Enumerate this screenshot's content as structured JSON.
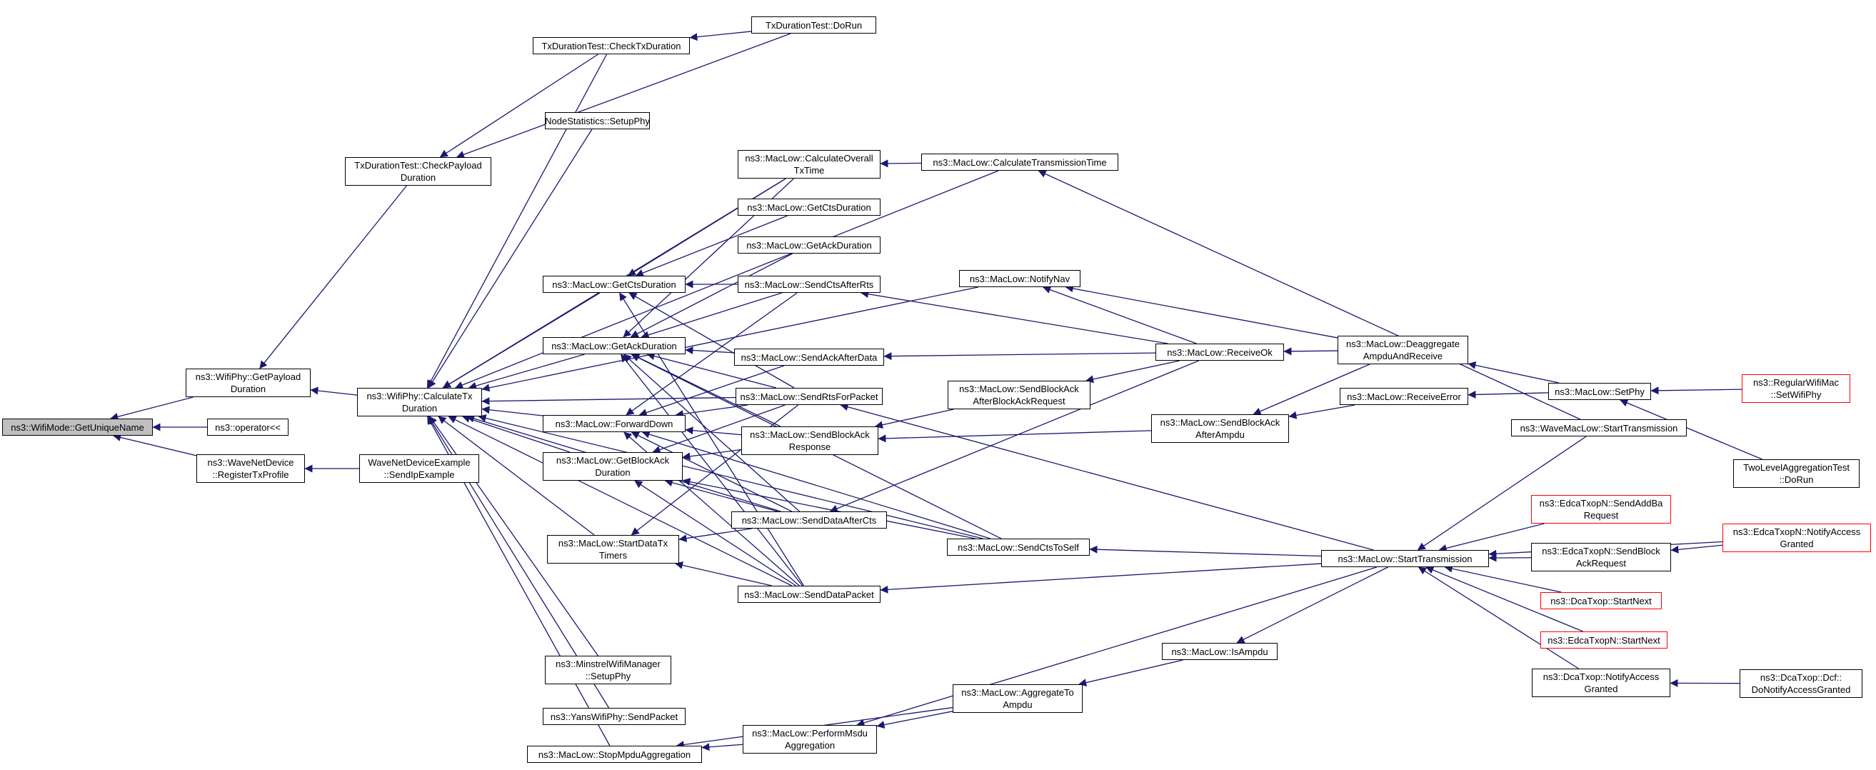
{
  "nodes": [
    {
      "id": "root",
      "label": "ns3::WifiMode::GetUniqueName",
      "style": "root"
    },
    {
      "id": "getPayload",
      "label": "ns3::WifiPhy::GetPayload\nDuration"
    },
    {
      "id": "operator",
      "label": "ns3::operator<<"
    },
    {
      "id": "registerTx",
      "label": "ns3::WaveNetDevice\n::RegisterTxProfile"
    },
    {
      "id": "calcTx",
      "label": "ns3::WifiPhy::CalculateTx\nDuration"
    },
    {
      "id": "sendIp",
      "label": "WaveNetDeviceExample\n::SendIpExample"
    },
    {
      "id": "txCheckPayload",
      "label": "TxDurationTest::CheckPayload\nDuration"
    },
    {
      "id": "txCheckTx",
      "label": "TxDurationTest::CheckTxDuration"
    },
    {
      "id": "txDoRun",
      "label": "TxDurationTest::DoRun"
    },
    {
      "id": "nodeStats",
      "label": "NodeStatistics::SetupPhy"
    },
    {
      "id": "getCtsDur",
      "label": "ns3::MacLow::GetCtsDuration"
    },
    {
      "id": "getAckDur",
      "label": "ns3::MacLow::GetAckDuration"
    },
    {
      "id": "forwardDown",
      "label": "ns3::MacLow::ForwardDown"
    },
    {
      "id": "getBlockAck",
      "label": "ns3::MacLow::GetBlockAck\nDuration"
    },
    {
      "id": "startDataTx",
      "label": "ns3::MacLow::StartDataTx\nTimers"
    },
    {
      "id": "minstrel",
      "label": "ns3::MinstrelWifiManager\n::SetupPhy"
    },
    {
      "id": "yansSend",
      "label": "ns3::YansWifiPhy::SendPacket"
    },
    {
      "id": "stopMpdu",
      "label": "ns3::MacLow::StopMpduAggregation"
    },
    {
      "id": "calcOverall",
      "label": "ns3::MacLow::CalculateOverall\nTxTime"
    },
    {
      "id": "getCtsDur2",
      "label": "ns3::MacLow::GetCtsDuration"
    },
    {
      "id": "getAckDur2",
      "label": "ns3::MacLow::GetAckDuration"
    },
    {
      "id": "sendCtsAfterRts",
      "label": "ns3::MacLow::SendCtsAfterRts"
    },
    {
      "id": "sendAckAfterData",
      "label": "ns3::MacLow::SendAckAfterData"
    },
    {
      "id": "sendRtsForPacket",
      "label": "ns3::MacLow::SendRtsForPacket"
    },
    {
      "id": "sendBlockAckResp",
      "label": "ns3::MacLow::SendBlockAck\nResponse"
    },
    {
      "id": "sendDataAfterCts",
      "label": "ns3::MacLow::SendDataAfterCts"
    },
    {
      "id": "sendDataPacket",
      "label": "ns3::MacLow::SendDataPacket"
    },
    {
      "id": "performMsdu",
      "label": "ns3::MacLow::PerformMsdu\nAggregation"
    },
    {
      "id": "calcTransTime",
      "label": "ns3::MacLow::CalculateTransmissionTime"
    },
    {
      "id": "notifyNav",
      "label": "ns3::MacLow::NotifyNav"
    },
    {
      "id": "sendBAAfterBAR",
      "label": "ns3::MacLow::SendBlockAck\nAfterBlockAckRequest"
    },
    {
      "id": "sendCtsToSelf",
      "label": "ns3::MacLow::SendCtsToSelf"
    },
    {
      "id": "aggregateToAmpdu",
      "label": "ns3::MacLow::AggregateTo\nAmpdu"
    },
    {
      "id": "receiveOk",
      "label": "ns3::MacLow::ReceiveOk"
    },
    {
      "id": "sendBAAfterAmpdu",
      "label": "ns3::MacLow::SendBlockAck\nAfterAmpdu"
    },
    {
      "id": "isAmpdu",
      "label": "ns3::MacLow::IsAmpdu"
    },
    {
      "id": "deaggregate",
      "label": "ns3::MacLow::Deaggregate\nAmpduAndReceive"
    },
    {
      "id": "receiveError",
      "label": "ns3::MacLow::ReceiveError"
    },
    {
      "id": "startTransmission",
      "label": "ns3::MacLow::StartTransmission"
    },
    {
      "id": "waveStartTx",
      "label": "ns3::WaveMacLow::StartTransmission"
    },
    {
      "id": "setPhy",
      "label": "ns3::MacLow::SetPhy"
    },
    {
      "id": "sendAddBa",
      "label": "ns3::EdcaTxopN::SendAddBa\nRequest",
      "style": "red"
    },
    {
      "id": "sendBlockAckReq",
      "label": "ns3::EdcaTxopN::SendBlock\nAckRequest"
    },
    {
      "id": "dcaStartNext",
      "label": "ns3::DcaTxop::StartNext",
      "style": "red"
    },
    {
      "id": "edcaStartNext",
      "label": "ns3::EdcaTxopN::StartNext",
      "style": "red"
    },
    {
      "id": "dcaNotify",
      "label": "ns3::DcaTxop::NotifyAccess\nGranted"
    },
    {
      "id": "regularSetPhy",
      "label": "ns3::RegularWifiMac\n::SetWifiPhy",
      "style": "red"
    },
    {
      "id": "twoLevel",
      "label": "TwoLevelAggregationTest\n::DoRun"
    },
    {
      "id": "edcaNotify",
      "label": "ns3::EdcaTxopN::NotifyAccess\nGranted",
      "style": "red"
    },
    {
      "id": "dcfNotify",
      "label": "ns3::DcaTxop::Dcf::\nDoNotifyAccessGranted"
    }
  ],
  "edges": [
    [
      "getPayload",
      "root"
    ],
    [
      "operator",
      "root"
    ],
    [
      "registerTx",
      "root"
    ],
    [
      "calcTx",
      "getPayload"
    ],
    [
      "txCheckPayload",
      "getPayload"
    ],
    [
      "sendIp",
      "registerTx"
    ],
    [
      "txCheckTx",
      "txCheckPayload"
    ],
    [
      "txDoRun",
      "txCheckTx"
    ],
    [
      "txDoRun",
      "txCheckPayload"
    ],
    [
      "txCheckTx",
      "calcTx"
    ],
    [
      "nodeStats",
      "calcTx"
    ],
    [
      "getCtsDur",
      "calcTx"
    ],
    [
      "getAckDur",
      "calcTx"
    ],
    [
      "forwardDown",
      "calcTx"
    ],
    [
      "getBlockAck",
      "calcTx"
    ],
    [
      "startDataTx",
      "calcTx"
    ],
    [
      "minstrel",
      "calcTx"
    ],
    [
      "yansSend",
      "calcTx"
    ],
    [
      "stopMpdu",
      "calcTx"
    ],
    [
      "calcOverall",
      "calcTx"
    ],
    [
      "sendRtsForPacket",
      "calcTx"
    ],
    [
      "sendDataAfterCts",
      "calcTx"
    ],
    [
      "sendDataPacket",
      "calcTx"
    ],
    [
      "sendCtsToSelf",
      "calcTx"
    ],
    [
      "calcTransTime",
      "calcTx"
    ],
    [
      "notifyNav",
      "calcTx"
    ],
    [
      "calcOverall",
      "getCtsDur"
    ],
    [
      "getCtsDur2",
      "getCtsDur"
    ],
    [
      "sendCtsAfterRts",
      "getCtsDur"
    ],
    [
      "sendRtsForPacket",
      "getCtsDur"
    ],
    [
      "sendDataPacket",
      "getCtsDur"
    ],
    [
      "calcOverall",
      "getAckDur"
    ],
    [
      "getAckDur2",
      "getAckDur"
    ],
    [
      "sendCtsAfterRts",
      "getAckDur"
    ],
    [
      "sendAckAfterData",
      "getAckDur"
    ],
    [
      "sendRtsForPacket",
      "getAckDur"
    ],
    [
      "sendBlockAckResp",
      "getAckDur"
    ],
    [
      "sendDataAfterCts",
      "getAckDur"
    ],
    [
      "sendDataPacket",
      "getAckDur"
    ],
    [
      "sendCtsToSelf",
      "getAckDur"
    ],
    [
      "sendCtsAfterRts",
      "forwardDown"
    ],
    [
      "sendAckAfterData",
      "forwardDown"
    ],
    [
      "sendRtsForPacket",
      "forwardDown"
    ],
    [
      "sendBlockAckResp",
      "forwardDown"
    ],
    [
      "sendDataAfterCts",
      "forwardDown"
    ],
    [
      "sendDataPacket",
      "forwardDown"
    ],
    [
      "sendCtsToSelf",
      "forwardDown"
    ],
    [
      "sendRtsForPacket",
      "getBlockAck"
    ],
    [
      "sendBlockAckResp",
      "getBlockAck"
    ],
    [
      "sendDataAfterCts",
      "getBlockAck"
    ],
    [
      "sendDataPacket",
      "getBlockAck"
    ],
    [
      "sendCtsToSelf",
      "getBlockAck"
    ],
    [
      "sendRtsForPacket",
      "startDataTx"
    ],
    [
      "sendDataAfterCts",
      "startDataTx"
    ],
    [
      "sendDataPacket",
      "startDataTx"
    ],
    [
      "performMsdu",
      "stopMpdu"
    ],
    [
      "aggregateToAmpdu",
      "stopMpdu"
    ],
    [
      "calcTransTime",
      "calcOverall"
    ],
    [
      "receiveOk",
      "sendCtsAfterRts"
    ],
    [
      "receiveOk",
      "sendAckAfterData"
    ],
    [
      "sendBAAfterBAR",
      "sendBlockAckResp"
    ],
    [
      "sendBAAfterAmpdu",
      "sendBlockAckResp"
    ],
    [
      "receiveOk",
      "sendDataAfterCts"
    ],
    [
      "startTransmission",
      "sendDataPacket"
    ],
    [
      "startTransmission",
      "sendRtsForPacket"
    ],
    [
      "startTransmission",
      "sendCtsToSelf"
    ],
    [
      "aggregateToAmpdu",
      "performMsdu"
    ],
    [
      "startTransmission",
      "performMsdu"
    ],
    [
      "waveStartTx",
      "calcTransTime"
    ],
    [
      "receiveOk",
      "notifyNav"
    ],
    [
      "deaggregate",
      "notifyNav"
    ],
    [
      "receiveOk",
      "sendBAAfterBAR"
    ],
    [
      "isAmpdu",
      "aggregateToAmpdu"
    ],
    [
      "deaggregate",
      "receiveOk"
    ],
    [
      "deaggregate",
      "sendBAAfterAmpdu"
    ],
    [
      "receiveError",
      "sendBAAfterAmpdu"
    ],
    [
      "startTransmission",
      "isAmpdu"
    ],
    [
      "setPhy",
      "deaggregate"
    ],
    [
      "setPhy",
      "receiveError"
    ],
    [
      "waveStartTx",
      "startTransmission"
    ],
    [
      "sendAddBa",
      "startTransmission"
    ],
    [
      "sendBlockAckReq",
      "startTransmission"
    ],
    [
      "dcaStartNext",
      "startTransmission"
    ],
    [
      "edcaStartNext",
      "startTransmission"
    ],
    [
      "dcaNotify",
      "startTransmission"
    ],
    [
      "edcaNotify",
      "startTransmission"
    ],
    [
      "regularSetPhy",
      "setPhy"
    ],
    [
      "twoLevel",
      "setPhy"
    ],
    [
      "edcaNotify",
      "sendBlockAckReq"
    ],
    [
      "dcfNotify",
      "dcaNotify"
    ]
  ]
}
